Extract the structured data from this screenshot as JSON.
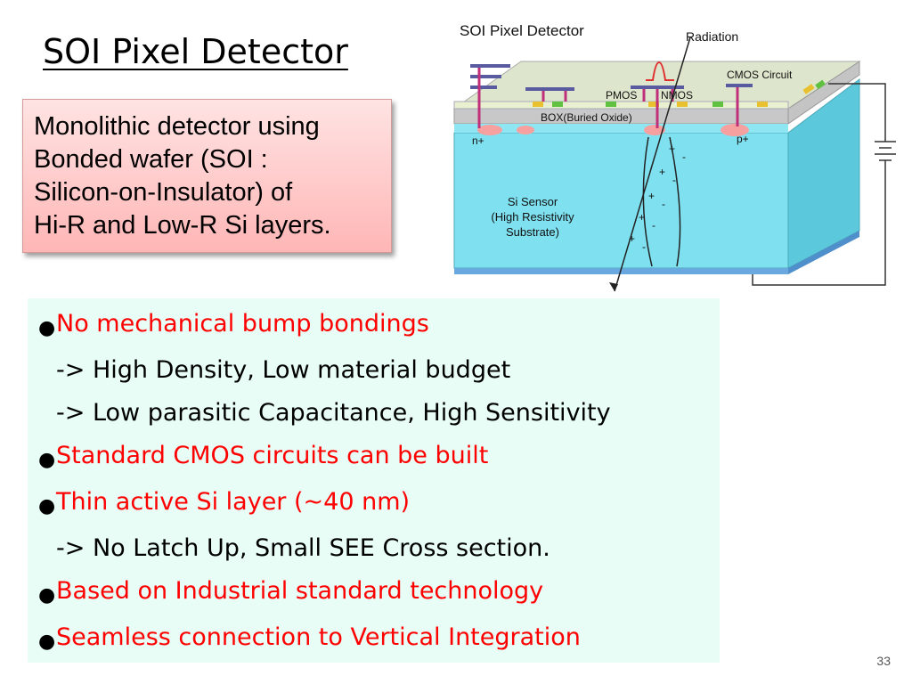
{
  "slide": {
    "title": "SOI Pixel Detector",
    "page_number": "33"
  },
  "info_box": {
    "lines": [
      "Monolithic detector using",
      "Bonded wafer (SOI :",
      "Silicon-on-Insulator) of",
      "Hi-R and Low-R Si layers."
    ]
  },
  "diagram": {
    "title": "SOI Pixel Detector",
    "radiation_label": "Radiation",
    "cmos_label": "CMOS Circuit",
    "pmos_label": "PMOS",
    "nmos_label": "NMOS",
    "box_label": "BOX(Buried Oxide)",
    "nplus_label": "n+",
    "pplus_label": "p+",
    "sensor_lines": [
      "Si Sensor",
      "(High Resistivity",
      "Substrate)"
    ],
    "plus_sign": "+",
    "minus_sign": "-",
    "colors": {
      "substrate": "#7fe0f0",
      "substrate_side": "#5cc8dc",
      "box_oxide": "#c8c8c8",
      "cmos_layer": "#e8f0d0",
      "backside": "#6aa8e0",
      "implant": "#f6a0a0",
      "electrode": "#5a5aa0",
      "via": "#c0307a"
    }
  },
  "bullets": [
    {
      "type": "bullet",
      "text": "No mechanical bump bondings"
    },
    {
      "type": "sub",
      "text": "-> High Density, Low material budget"
    },
    {
      "type": "sub",
      "text": "-> Low parasitic Capacitance, High Sensitivity"
    },
    {
      "type": "bullet",
      "text": "Standard CMOS circuits can be built"
    },
    {
      "type": "bullet",
      "text": "Thin active Si layer (~40 nm)"
    },
    {
      "type": "sub",
      "text": "-> No Latch Up, Small SEE Cross section."
    },
    {
      "type": "bullet",
      "text": "Based on Industrial standard technology"
    },
    {
      "type": "bullet",
      "text": "Seamless connection to Vertical Integration"
    }
  ],
  "bullet_symbol": "●",
  "colors": {
    "bullet_text": "#ff0000",
    "sub_text": "#000000",
    "panel_bg": "#e7fdf5",
    "info_box_top": "#ffe3e3",
    "info_box_bottom": "#ffb6b6"
  }
}
